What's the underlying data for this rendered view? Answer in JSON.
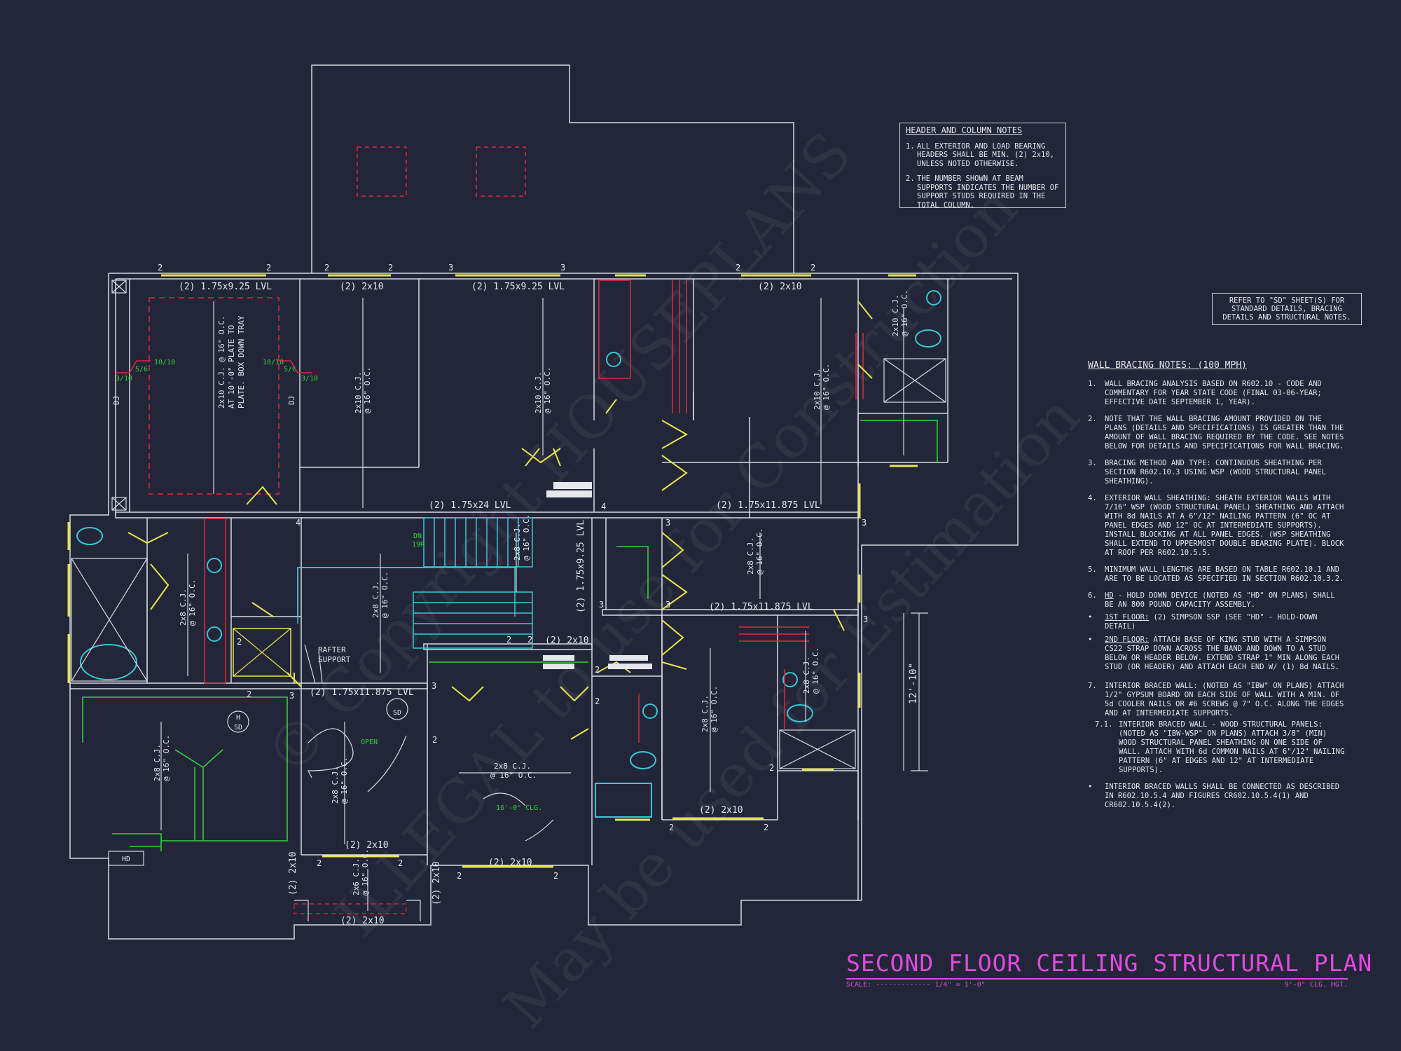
{
  "plan": {
    "title": "SECOND FLOOR CEILING STRUCTURAL PLAN",
    "scale_label": "SCALE:",
    "scale_value": "1/4\" = 1'-0\"",
    "ceiling_height": "9'-0\" CLG. HGT."
  },
  "header_notes": {
    "title": "HEADER AND COLUMN NOTES",
    "items": [
      {
        "num": "1.",
        "text": "ALL EXTERIOR AND LOAD BEARING HEADERS SHALL BE MIN. (2) 2x10, UNLESS NOTED OTHERWISE."
      },
      {
        "num": "2.",
        "text": "THE NUMBER SHOWN AT BEAM SUPPORTS INDICATES THE NUMBER OF SUPPORT STUDS REQUIRED IN THE TOTAL COLUMN."
      }
    ]
  },
  "reference_note": "REFER TO \"SD\" SHEET(S) FOR STANDARD DETAILS, BRACING DETAILS AND STRUCTURAL NOTES.",
  "wall_bracing": {
    "title": "WALL BRACING NOTES: (100 MPH)",
    "n1": "1.",
    "t1": "WALL BRACING ANALYSIS BASED ON R602.10 - CODE AND COMMENTARY FOR YEAR STATE CODE (FINAL 03-06-YEAR; EFFECTIVE DATE SEPTEMBER 1, YEAR).",
    "n2": "2.",
    "t2": "NOTE THAT THE WALL BRACING AMOUNT PROVIDED ON THE PLANS (DETAILS AND SPECIFICATIONS) IS GREATER THAN THE AMOUNT OF WALL BRACING REQUIRED BY THE CODE. SEE NOTES BELOW FOR DETAILS AND SPECIFICATIONS FOR WALL BRACING.",
    "n3": "3.",
    "t3": "BRACING METHOD AND TYPE: CONTINUOUS SHEATHING PER SECTION R602.10.3 USING WSP (WOOD STRUCTURAL PANEL SHEATHING).",
    "n4": "4.",
    "t4": "EXTERIOR WALL SHEATHING: SHEATH EXTERIOR WALLS WITH 7/16\" WSP (WOOD STRUCTURAL PANEL) SHEATHING AND ATTACH WITH 8d NAILS AT A 6\"/12\" NAILING PATTERN (6\" OC AT PANEL EDGES AND 12\" OC AT INTERMEDIATE SUPPORTS). INSTALL BLOCKING AT ALL PANEL EDGES. (WSP SHEATHING SHALL EXTEND TO UPPERMOST DOUBLE BEARING PLATE). BLOCK AT ROOF PER R602.10.5.5.",
    "n5": "5.",
    "t5": "MINIMUM WALL LENGTHS ARE BASED ON TABLE R602.10.1 AND ARE TO BE LOCATED AS SPECIFIED IN SECTION R602.10.3.2.",
    "n6": "6.",
    "t6a": "HD",
    "t6b": " - HOLD DOWN DEVICE (NOTED AS \"HD\" ON PLANS) SHALL BE AN 800 POUND CAPACITY ASSEMBLY.",
    "b1a": "1ST FLOOR:",
    "b1b": " (2) SIMPSON SSP (SEE \"HD\" - HOLD-DOWN DETAIL)",
    "b2a": "2ND FLOOR:",
    "b2b": " ATTACH BASE OF KING STUD WITH A SIMPSON CS22 STRAP DOWN ACROSS THE BAND AND DOWN TO A STUD BELOW OR HEADER BELOW. EXTEND STRAP 1\" MIN ALONG EACH STUD (OR HEADER) AND ATTACH EACH END W/ (1) 8d NAILS.",
    "n7": "7.",
    "t7": "INTERIOR BRACED WALL: (NOTED AS \"IBW\" ON PLANS) ATTACH 1/2\" GYPSUM BOARD ON EACH SIDE OF WALL WITH A MIN. OF 5d COOLER NAILS OR #6 SCREWS @ 7\" O.C. ALONG THE EDGES AND AT INTERMEDIATE SUPPORTS.",
    "n71": "7.1.",
    "t71": "INTERIOR BRACED WALL - WOOD STRUCTURAL PANELS: (NOTED AS \"IBW-WSP\" ON PLANS) ATTACH 3/8\" (MIN) WOOD STRUCTURAL PANEL SHEATHING ON ONE SIDE OF WALL. ATTACH WITH 6d COMMON NAILS AT 6\"/12\" NAILING PATTERN (6\" AT EDGES AND 12\" AT INTERMEDIATE SUPPORTS).",
    "b3": "INTERIOR BRACED WALLS SHALL BE CONNECTED AS DESCRIBED IN R602.10.5.4 AND FIGURES CR602.10.5.4(1) AND CR602.10.5.4(2)."
  },
  "labels": {
    "beam_a": "(2) 1.75x9.25 LVL",
    "beam_b": "(2) 2x10",
    "beam_c": "(2) 1.75x9.25 LVL",
    "beam_d": "(2) 2x10",
    "beam_e": "(2) 1.75x24 LVL",
    "beam_f": "(2) 1.75x11.875 LVL",
    "beam_g": "(2) 1.75x11.875 LVL",
    "beam_h": "(2) 1.75x11.875 LVL",
    "beam_i": "(2) 1.75x9.25 LVL",
    "beam_j": "(2) 2x10",
    "beam_k": "(2) 2x10",
    "beam_l": "(2) 2x10",
    "beam_m": "(2) 2x10",
    "beam_n": "(2) 2x10",
    "beam_o": "(2) 2x10",
    "beam_p": "(2) 2x10",
    "cj_210": "2x10 C.J.",
    "cj_28": "2x8 C.J.",
    "cj_26": "2x6 C.J.",
    "oc16": "@ 16\" O.C.",
    "tray1": "2x10 C.J. @ 16\" O.C.",
    "tray2": "AT 10'-0\" PLATE TO",
    "tray3": "PLATE. BOX DOWN TRAY",
    "rafter1": "RAFTER",
    "rafter2": "SUPPORT",
    "open": "OPEN",
    "clg": "16'-0\" CLG.",
    "dn": "DN",
    "dn2": "19R",
    "dim": "12'-10\"",
    "hd": "HD",
    "sd": "SD",
    "h": "H",
    "dj": "DJ",
    "n2": "2",
    "n3": "3",
    "n4": "4",
    "tag1010": "10/10",
    "tag56": "5/6",
    "tag310": "3/10"
  },
  "watermark": {
    "line1": "© Copyright HOUSEPLANS",
    "line2": "ILLEGAL to use for Construction",
    "line3": "May be used for Estimation"
  }
}
